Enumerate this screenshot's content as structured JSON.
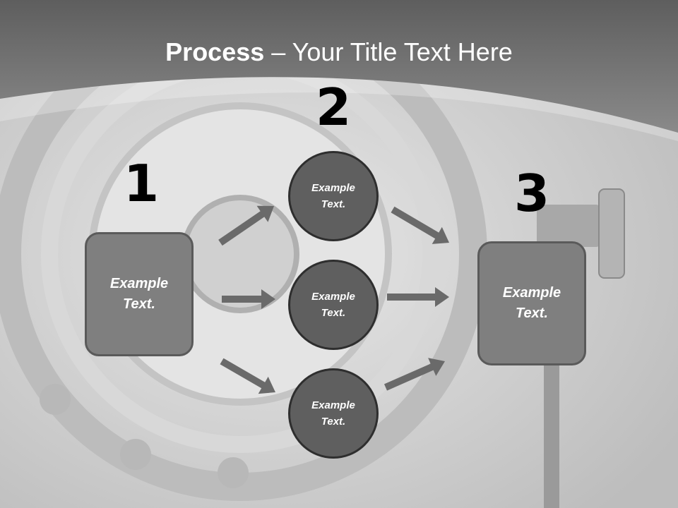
{
  "title": {
    "bold": "Process",
    "separator": " – ",
    "rest": "Your Title Text Here"
  },
  "steps": {
    "one": {
      "number": "1",
      "text": "Example\nText."
    },
    "two": {
      "number": "2",
      "items": [
        "Example\nText.",
        "Example\nText.",
        "Example\nText."
      ]
    },
    "three": {
      "number": "3",
      "text": "Example\nText."
    }
  },
  "colors": {
    "header": "#666666",
    "box": "#7f7f7f",
    "circle": "#5f5f5f",
    "arrow": "#6a6a6a"
  }
}
